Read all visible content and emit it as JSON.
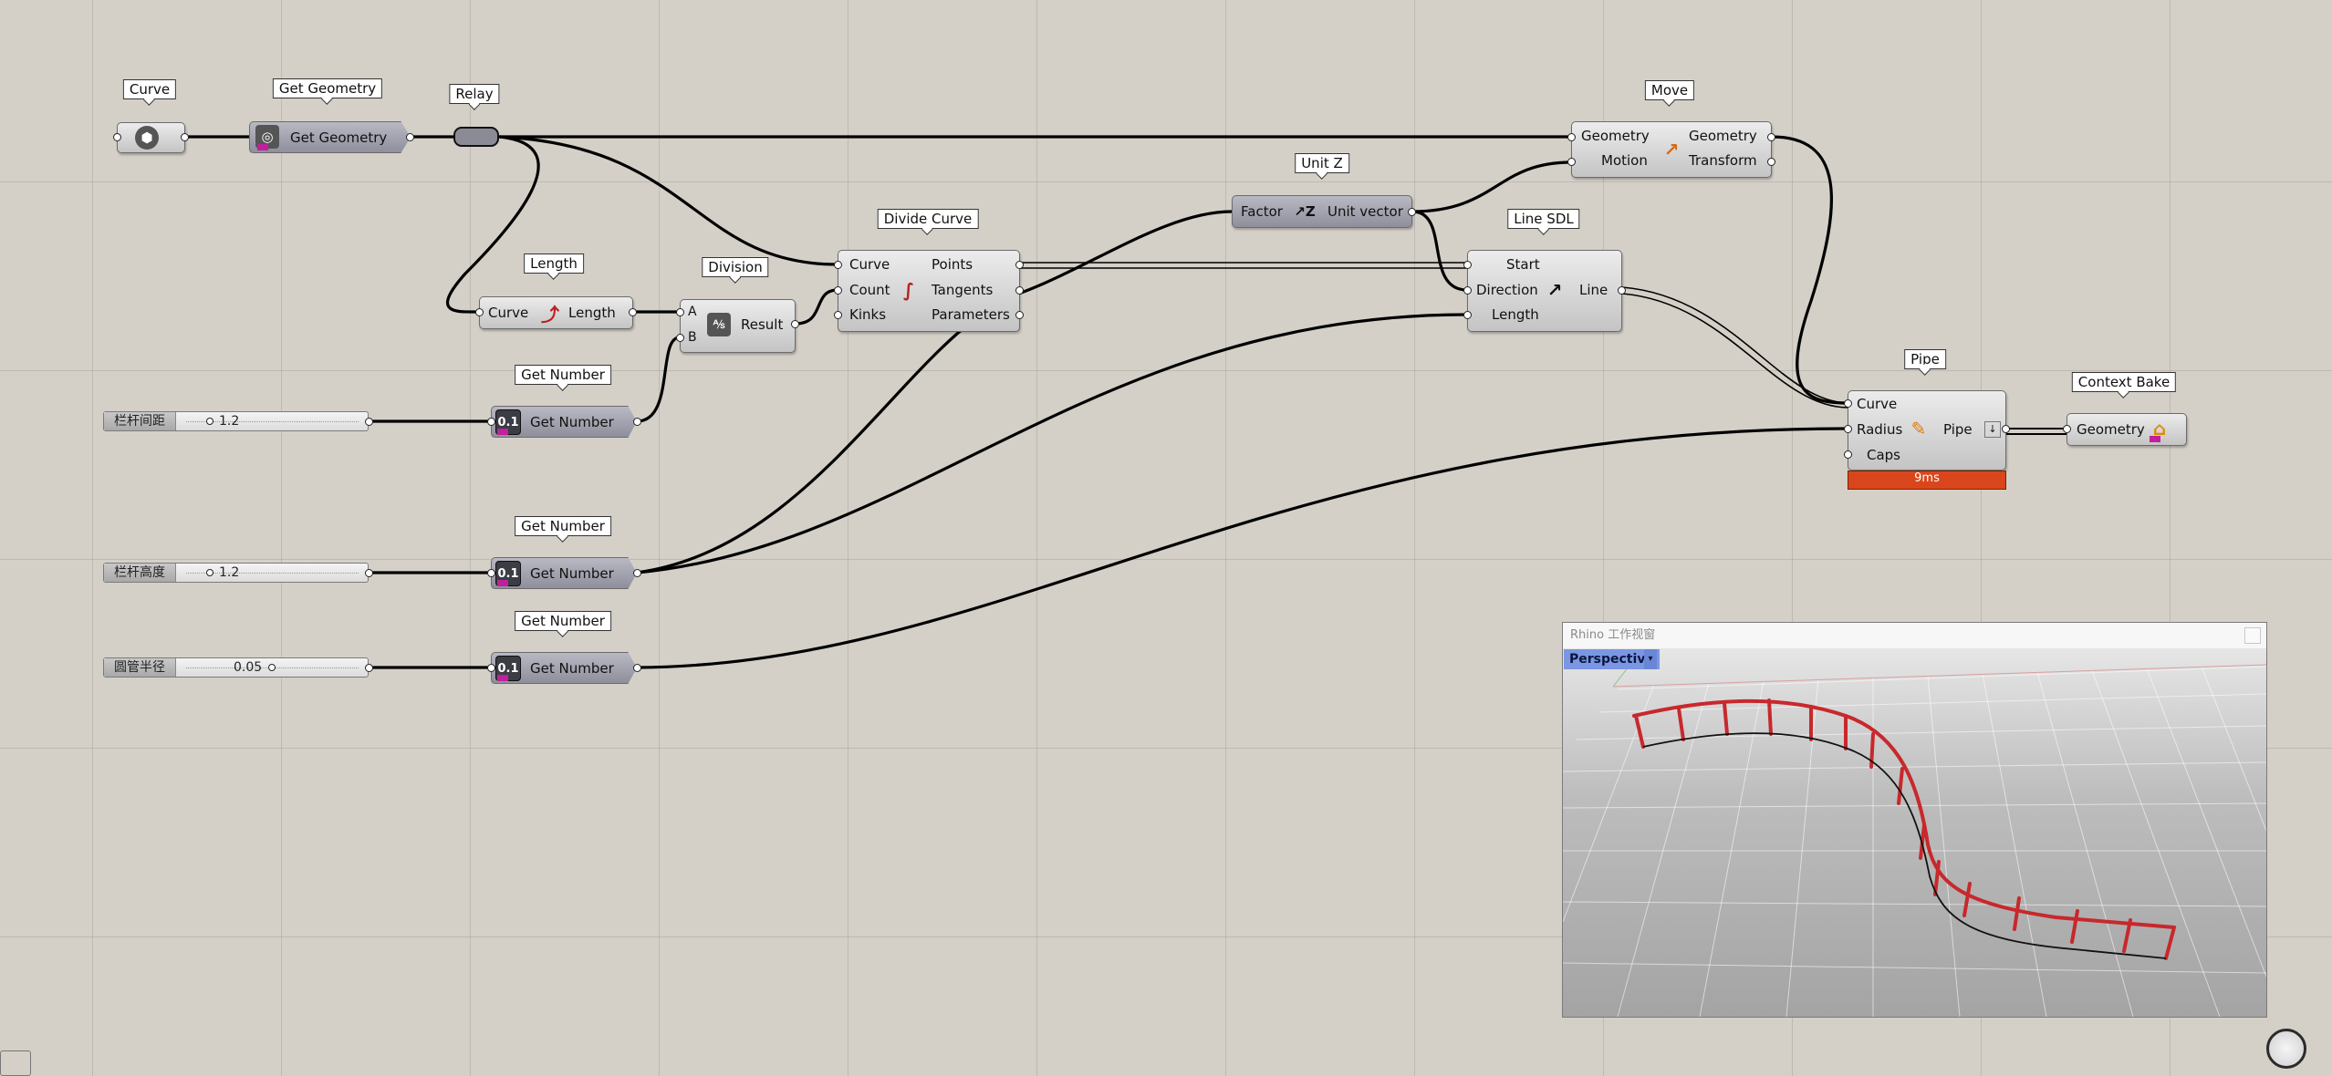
{
  "tags": {
    "curve": "Curve",
    "get_geometry": "Get Geometry",
    "relay": "Relay",
    "length": "Length",
    "division": "Division",
    "divide_curve": "Divide Curve",
    "unit_z": "Unit Z",
    "line_sdl": "Line SDL",
    "move": "Move",
    "pipe": "Pipe",
    "context_bake": "Context Bake",
    "get_number_1": "Get Number",
    "get_number_2": "Get Number",
    "get_number_3": "Get Number"
  },
  "components": {
    "get_geometry": {
      "label": "Get Geometry"
    },
    "length": {
      "input": "Curve",
      "output": "Length"
    },
    "division": {
      "input_a": "A",
      "input_b": "B",
      "output": "Result"
    },
    "divide_curve": {
      "inputs": [
        "Curve",
        "Count",
        "Kinks"
      ],
      "outputs": [
        "Points",
        "Tangents",
        "Parameters"
      ]
    },
    "unit_z": {
      "input": "Factor",
      "output": "Unit vector"
    },
    "line_sdl": {
      "inputs": [
        "Start",
        "Direction",
        "Length"
      ],
      "output": "Line"
    },
    "move": {
      "inputs": [
        "Geometry",
        "Motion"
      ],
      "outputs": [
        "Geometry",
        "Transform"
      ]
    },
    "pipe": {
      "inputs": [
        "Curve",
        "Radius",
        "Caps"
      ],
      "output": "Pipe",
      "timer": "9ms"
    },
    "context_bake": {
      "input": "Geometry"
    },
    "get_number": {
      "label": "Get Number",
      "icon_text": "0.1"
    }
  },
  "sliders": [
    {
      "label": "栏杆间距",
      "value": "1.2"
    },
    {
      "label": "栏杆高度",
      "value": "1.2"
    },
    {
      "label": "圆管半径",
      "value": "0.05"
    }
  ],
  "viewport": {
    "title": "Rhino 工作视窗",
    "name": "Perspective",
    "dropdown_glyph": "▾"
  },
  "colors": {
    "canvas": "#d4d0c8",
    "wire": "#000000",
    "timer": "#d9461c",
    "railing": "#c8282c",
    "viewport_label": "#7b97e3"
  },
  "icons": {
    "curve_param": "hexagon-nut-icon",
    "get_geometry": "spiral-geometry-icon",
    "length": "curve-length-icon",
    "division": "a-over-b-icon",
    "divide_curve": "divided-curve-icon",
    "unit_z": "unit-z-icon",
    "line_sdl": "line-arrow-icon",
    "move": "move-arrow-icon",
    "pipe": "pipe-icon",
    "context_bake": "bake-icon",
    "get_number": "number-icon"
  }
}
